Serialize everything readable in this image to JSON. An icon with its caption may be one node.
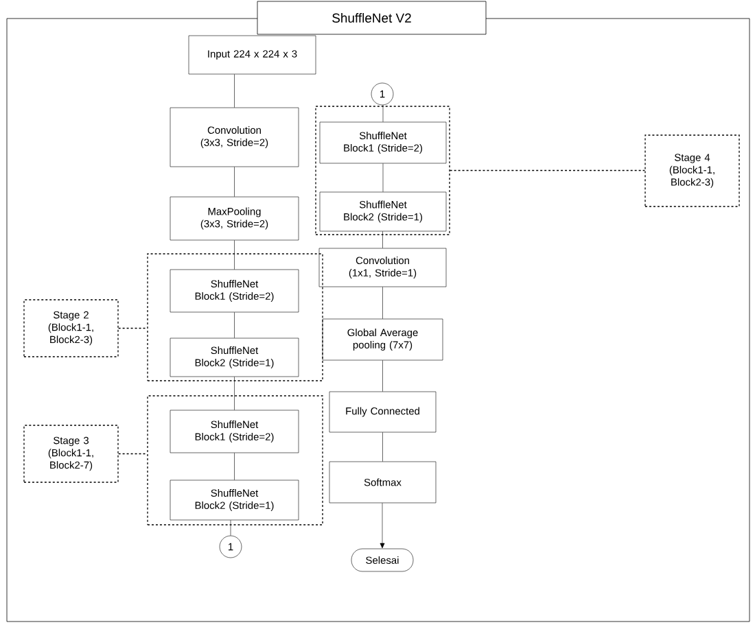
{
  "diagram": {
    "nodes": [
      {
        "text": [
          "ShuffleNet V2"
        ]
      },
      {
        "text": [
          "Input 224 x 224 x 3"
        ],
        "in": 0
      },
      {
        "text": [
          "Convolution (3x3, Stride=2)"
        ],
        "in": 0
      },
      {
        "text": [
          "MaxPooling (3x3, Stride=2)"
        ],
        "in": 0
      },
      {
        "text": [],
        "shape": "box",
        "in": 0
      },
      {
        "text": [
          "ShuffleNet Block1 (Stride=2)"
        ],
        "in": 4
      },
      {
        "text": [
          "ShuffleNet Block2 (Stride=1)"
        ],
        "in": 4
      },
      {
        "text": [
          "Stage 2 (Block1-1, Block2-3)"
        ],
        "in": 0
      },
      {
        "text": [],
        "shape": "box",
        "in": 0
      },
      {
        "text": [
          "ShuffleNet Block1 (Stride=2)"
        ],
        "in": 8
      },
      {
        "text": [
          "ShuffleNet Block2 (Stride=1)"
        ],
        "in": 8
      },
      {
        "text": [
          "Stage 3 (Block1-1, Block2-7)"
        ],
        "in": 0
      },
      {
        "text": [
          "1"
        ],
        "in": 0
      },
      {
        "text": [
          "1"
        ],
        "in": 0
      },
      {
        "text": [],
        "shape": "box",
        "in": 0
      },
      {
        "text": [
          "ShuffleNet Block1 (Stride=2)"
        ],
        "in": 14
      },
      {
        "text": [
          "ShuffleNet Block2 (Stride=1)"
        ],
        "in": 14
      },
      {
        "text": [
          "Stage 4 (Block1-1, Block2-3)"
        ],
        "in": 0
      },
      {
        "text": [
          "Convolution (1x1, Stride=1)"
        ],
        "in": 0
      },
      {
        "text": [
          "Global Average pooling (7x7)"
        ],
        "in": 0
      },
      {
        "text": [
          "Fully Connected"
        ],
        "in": 0
      },
      {
        "text": [
          "Softmax"
        ],
        "in": 0
      },
      {
        "text": [
          "Selesai"
        ],
        "in": 0
      }
    ],
    "edges": [
      {
        "from": 1,
        "to": 2,
        "arrow": "none"
      },
      {
        "from": 2,
        "to": 3,
        "arrow": "none"
      },
      {
        "from": 3,
        "to": 5,
        "arrow": "none"
      },
      {
        "from": 5,
        "to": 6,
        "arrow": "none"
      },
      {
        "from": 7,
        "to": 4,
        "arrow": "none",
        "style": "dashed"
      },
      {
        "from": 6,
        "to": 9,
        "arrow": "none"
      },
      {
        "from": 9,
        "to": 10,
        "arrow": "none"
      },
      {
        "from": 11,
        "to": 8,
        "arrow": "none",
        "style": "dashed"
      },
      {
        "from": 10,
        "to": 12,
        "arrow": "none"
      },
      {
        "from": 13,
        "to": 15,
        "arrow": "none"
      },
      {
        "from": 15,
        "to": 16,
        "arrow": "none"
      },
      {
        "from": 14,
        "to": 17,
        "arrow": "none",
        "style": "dashed"
      },
      {
        "from": 16,
        "to": 18,
        "arrow": "none"
      },
      {
        "from": 18,
        "to": 19,
        "arrow": "none"
      },
      {
        "from": 19,
        "to": 20,
        "arrow": "none"
      },
      {
        "from": 20,
        "to": 21,
        "arrow": "none"
      },
      {
        "from": 21,
        "to": 22,
        "arrow": "to"
      }
    ]
  }
}
